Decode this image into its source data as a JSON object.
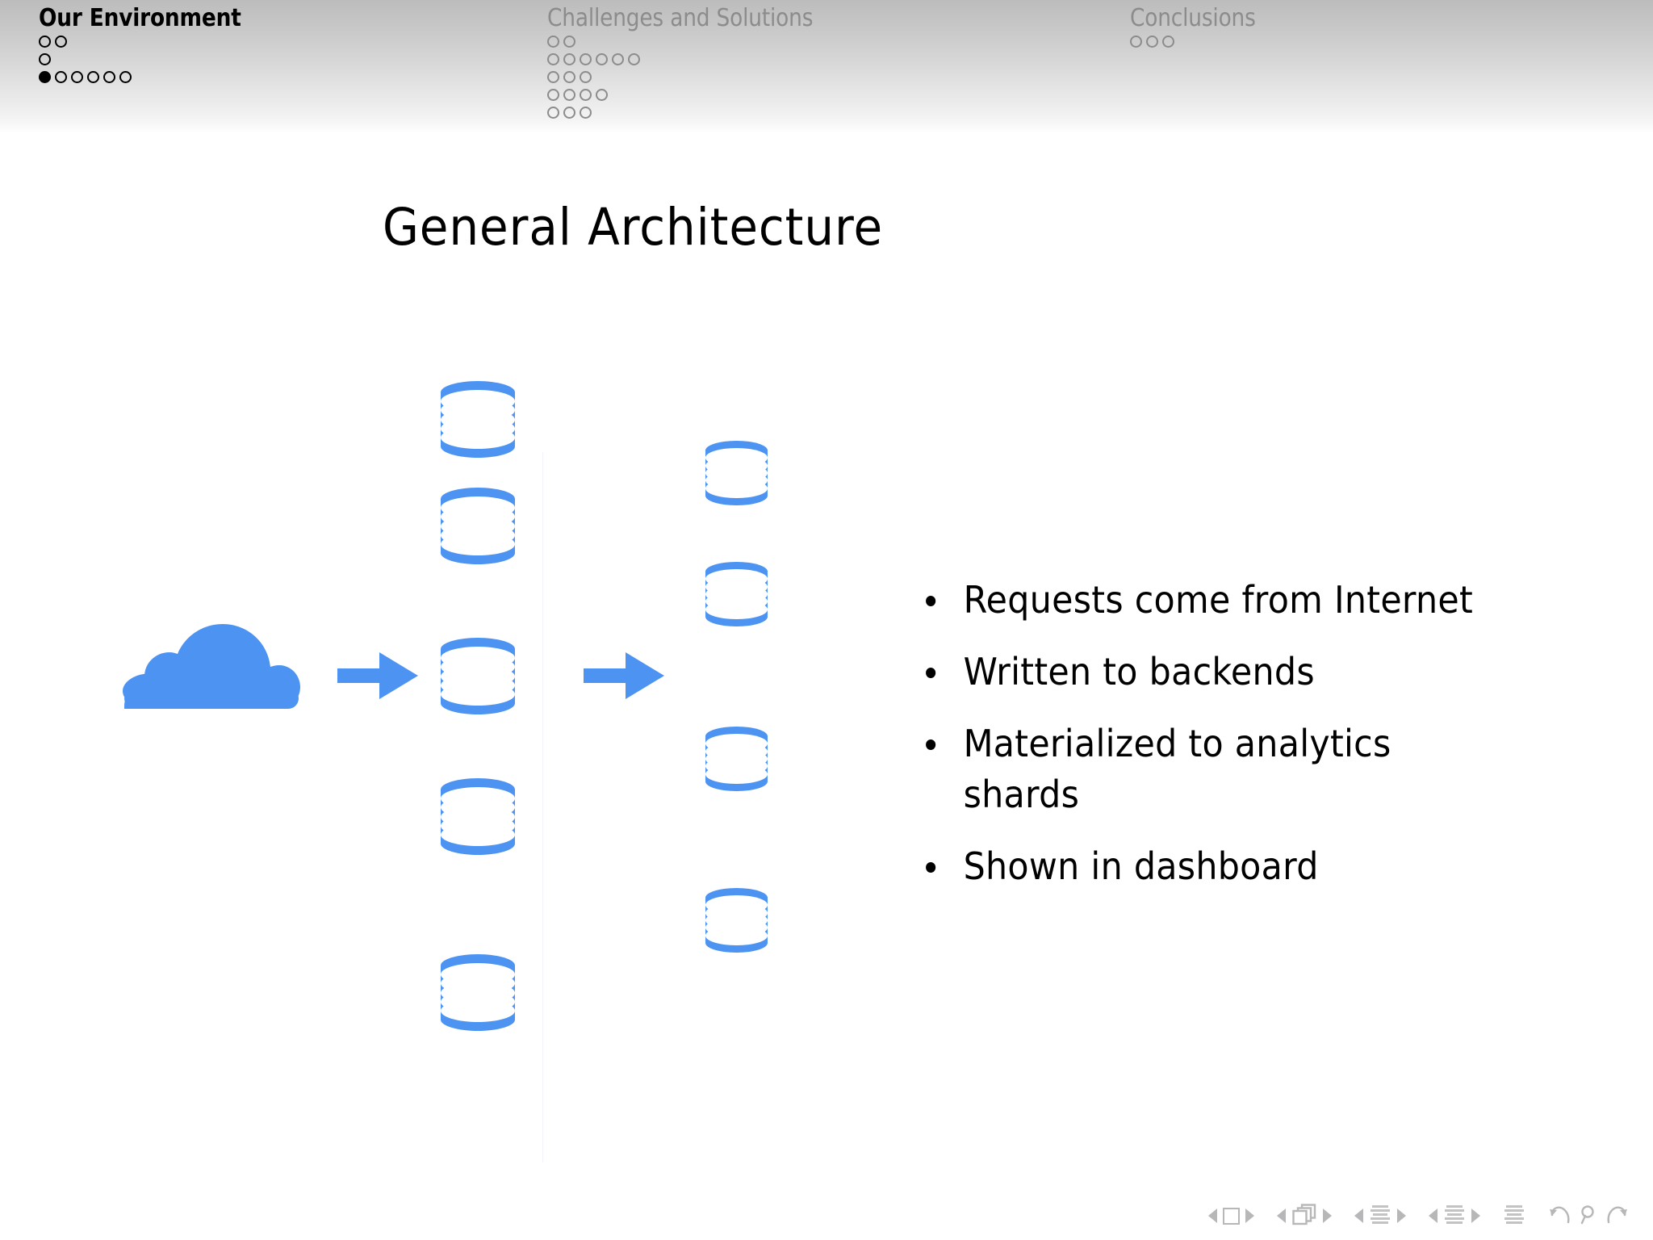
{
  "slide": {
    "title": "General Architecture",
    "background_color": "#ffffff",
    "accent_color": "#4d94f2"
  },
  "navbar": {
    "sections": [
      {
        "label": "Our Environment",
        "state": "active",
        "color": "#000000",
        "dot_rows": [
          {
            "count": 2,
            "filled_index": -1
          },
          {
            "count": 1,
            "filled_index": -1
          },
          {
            "count": 6,
            "filled_index": 0
          }
        ]
      },
      {
        "label": "Challenges and Solutions",
        "state": "inactive",
        "color": "#8c8c8c",
        "dot_rows": [
          {
            "count": 2,
            "filled_index": -1
          },
          {
            "count": 6,
            "filled_index": -1
          },
          {
            "count": 3,
            "filled_index": -1
          },
          {
            "count": 4,
            "filled_index": -1
          },
          {
            "count": 3,
            "filled_index": -1
          }
        ]
      },
      {
        "label": "Conclusions",
        "state": "inactive",
        "color": "#8c8c8c",
        "dot_rows": [
          {
            "count": 3,
            "filled_index": -1
          }
        ]
      }
    ]
  },
  "diagram": {
    "cloud": {
      "name": "internet-cloud",
      "color": "#4d94f2"
    },
    "arrows": [
      {
        "name": "arrow-cloud-to-backends",
        "color": "#4d94f2"
      },
      {
        "name": "arrow-backends-to-analytics",
        "color": "#4d94f2"
      }
    ],
    "backend_shards": {
      "name": "backend-database-column",
      "count": 5,
      "color": "#4d94f2"
    },
    "analytics_shards": {
      "name": "analytics-database-column",
      "count": 4,
      "color": "#4d94f2"
    }
  },
  "bullets": [
    "Requests come from Internet",
    "Written to backends",
    "Materialized to analytics shards",
    "Shown in dashboard"
  ],
  "nav_symbols": {
    "groups": [
      {
        "name": "slide-navigation",
        "icon": "square-icon",
        "has_arrows": true
      },
      {
        "name": "frame-navigation",
        "icon": "frames-icon",
        "has_arrows": true
      },
      {
        "name": "subsection-navigation",
        "icon": "lines-icon",
        "has_arrows": true
      },
      {
        "name": "section-navigation",
        "icon": "lines-icon",
        "has_arrows": true
      },
      {
        "name": "presentation-navigation",
        "icon": "lines-icon",
        "has_arrows": false
      },
      {
        "name": "back-search-forward",
        "icon": "undo-search-redo-icon",
        "has_arrows": false
      }
    ]
  }
}
